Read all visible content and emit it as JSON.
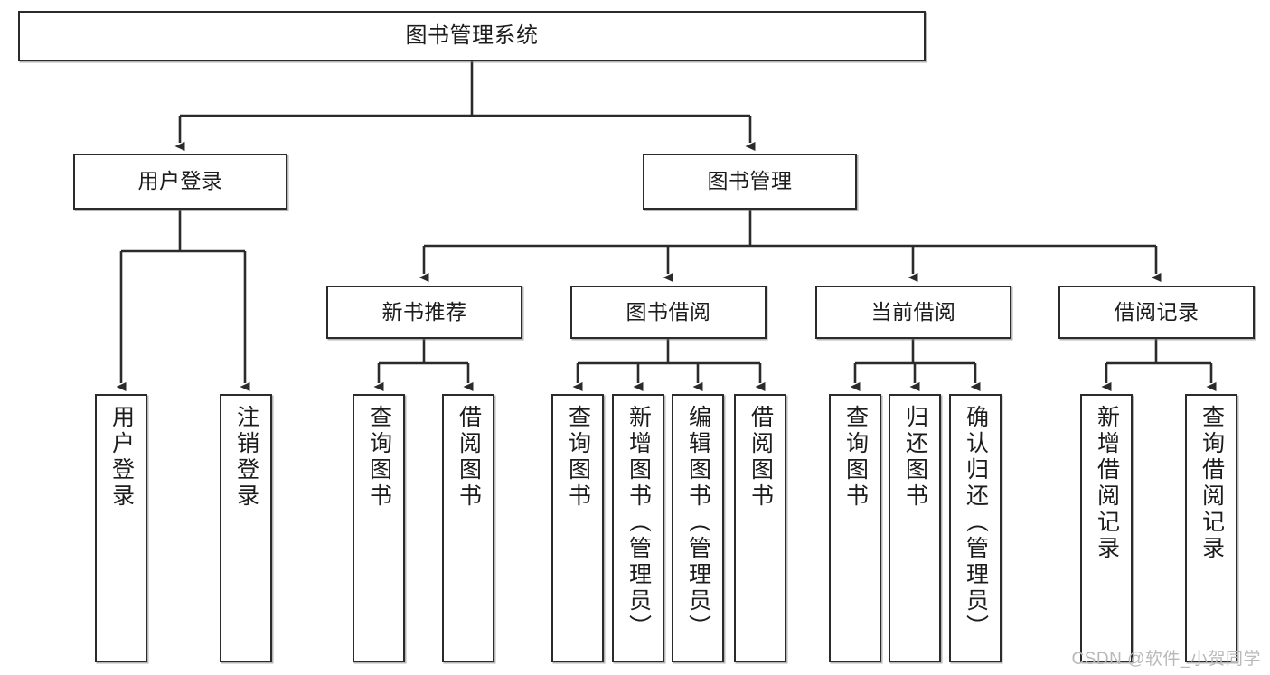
{
  "diagram": {
    "title": "图书管理系统",
    "watermark": "CSDN @软件_小贺同学",
    "colors": {
      "box_border": "#2b2b2b",
      "box_fill": "#ffffff",
      "edge": "#2b2b2b",
      "text": "#1c1c1c",
      "watermark": "#b9b9b9"
    },
    "nodes": {
      "root": {
        "label": "图书管理系统"
      },
      "level2": [
        {
          "id": "user-login",
          "label": "用户登录"
        },
        {
          "id": "book-manage",
          "label": "图书管理"
        }
      ],
      "level3": [
        {
          "id": "new-book-recommend",
          "label": "新书推荐"
        },
        {
          "id": "book-borrow",
          "label": "图书借阅"
        },
        {
          "id": "current-borrow",
          "label": "当前借阅"
        },
        {
          "id": "borrow-record",
          "label": "借阅记录"
        }
      ],
      "leaves": {
        "user_login": [
          {
            "id": "leaf-user-login",
            "label": "用户登录"
          },
          {
            "id": "leaf-logout-login",
            "label": "注销登录"
          }
        ],
        "new_book_recommend": [
          {
            "id": "leaf-query-book-1",
            "label": "查询图书"
          },
          {
            "id": "leaf-borrow-book-1",
            "label": "借阅图书"
          }
        ],
        "book_borrow": [
          {
            "id": "leaf-query-book-2",
            "label": "查询图书"
          },
          {
            "id": "leaf-add-book",
            "label": "新增图书（管理员）"
          },
          {
            "id": "leaf-edit-book",
            "label": "编辑图书（管理员）"
          },
          {
            "id": "leaf-borrow-book-2",
            "label": "借阅图书"
          }
        ],
        "current_borrow": [
          {
            "id": "leaf-query-book-3",
            "label": "查询图书"
          },
          {
            "id": "leaf-return-book",
            "label": "归还图书"
          },
          {
            "id": "leaf-confirm-return",
            "label": "确认归还（管理员）"
          }
        ],
        "borrow_record": [
          {
            "id": "leaf-add-record",
            "label": "新增借阅记录"
          },
          {
            "id": "leaf-query-record",
            "label": "查询借阅记录"
          }
        ]
      }
    }
  }
}
